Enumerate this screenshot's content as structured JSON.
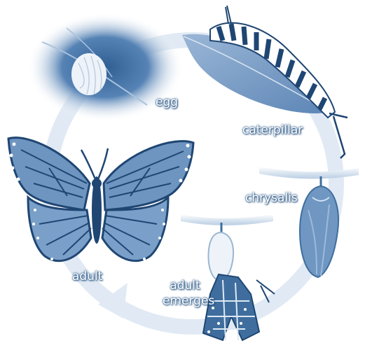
{
  "diagram": {
    "colors": {
      "ring": "#dfe9f4",
      "ink": "#3f6e9e",
      "ink_dark": "#1f4673",
      "fill": "#6e95c0",
      "pale": "#e6eef7"
    },
    "stages": [
      {
        "key": "egg",
        "label": "egg",
        "icon": "egg-icon"
      },
      {
        "key": "caterpillar",
        "label": "caterpillar",
        "icon": "caterpillar-icon"
      },
      {
        "key": "chrysalis",
        "label": "chrysalis",
        "icon": "chrysalis-icon"
      },
      {
        "key": "emerges",
        "label_lines": [
          "adult",
          "emerges"
        ],
        "icon": "emerging-butterfly-icon"
      },
      {
        "key": "adult",
        "label": "adult",
        "icon": "butterfly-icon"
      }
    ]
  }
}
